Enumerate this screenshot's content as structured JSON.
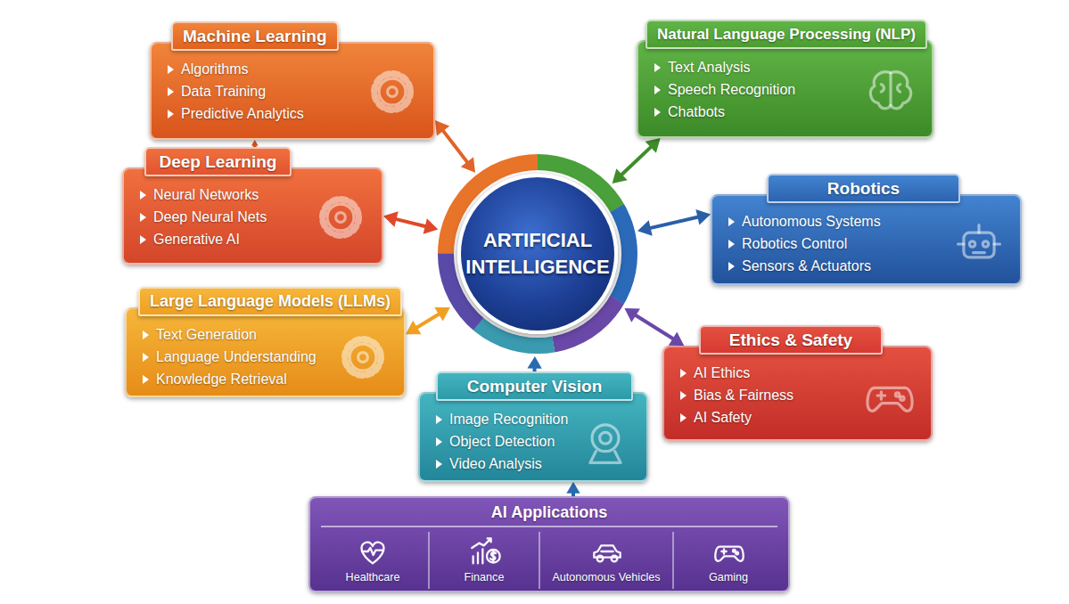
{
  "diagram": {
    "nodes": [
      {
        "text": [
          "Machine Learning",
          "Algorithms",
          "Data Training",
          "Predictive Analytics"
        ]
      },
      {
        "text": [
          "Natural Language Processing (NLP)",
          "Text Analysis",
          "Speech Recognition",
          "Chatbots"
        ]
      },
      {
        "text": [
          "Deep Learning",
          "Neural Networks",
          "Deep Neural Nets",
          "Generative AI"
        ]
      },
      {
        "text": [
          "Robotics",
          "Autonomous Systems",
          "Robotics Control",
          "Sensors & Actuators"
        ]
      },
      {
        "text": [
          "ARTIFICIAL INTELLIGENCE"
        ]
      },
      {
        "text": [
          "Large Language Models (LLMs)",
          "Text Generation",
          "Language Understanding",
          "Knowledge Retrieval"
        ]
      },
      {
        "text": [
          "Ethics & Safety",
          "AI Ethics",
          "Bias & Fairness",
          "AI Safety"
        ]
      },
      {
        "text": [
          "Computer Vision",
          "Image Recognition",
          "Object Detection",
          "Video Analysis"
        ]
      },
      {
        "text": [
          "AI Applications"
        ]
      },
      {
        "text": [
          "Healthcare"
        ],
        "in": 8
      },
      {
        "text": [
          "Finance"
        ],
        "in": 8
      },
      {
        "text": [
          "Autonomous Vehicles"
        ],
        "in": 8
      },
      {
        "text": [
          "Gaming"
        ],
        "in": 8
      }
    ],
    "edges": [
      {
        "from": 0,
        "to": 4,
        "arrow": "both"
      },
      {
        "from": 1,
        "to": 4,
        "arrow": "both"
      },
      {
        "from": 2,
        "to": 4,
        "arrow": "both"
      },
      {
        "from": 3,
        "to": 4,
        "arrow": "both"
      },
      {
        "from": 5,
        "to": 4,
        "arrow": "both"
      },
      {
        "from": 6,
        "to": 4,
        "arrow": "both"
      },
      {
        "from": 7,
        "to": 4,
        "arrow": "to"
      },
      {
        "from": 8,
        "to": 7,
        "arrow": "to"
      },
      {
        "from": 2,
        "to": 0,
        "arrow": "to"
      }
    ]
  }
}
